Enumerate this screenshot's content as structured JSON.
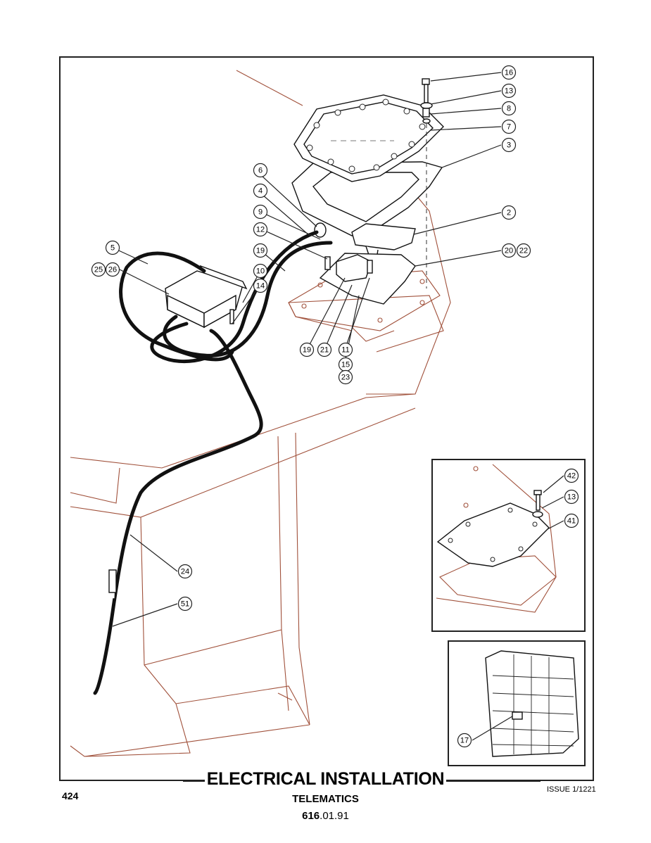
{
  "page": {
    "title": "ELECTRICAL INSTALLATION",
    "subtitle": "TELEMATICS",
    "code_bold": "616",
    "code_rest": ".01.91",
    "page_number": "424",
    "issue": "ISSUE 1/1221"
  },
  "callouts": {
    "main": [
      "16",
      "13",
      "8",
      "7",
      "3",
      "2",
      "20",
      "22",
      "6",
      "4",
      "9",
      "12",
      "19",
      "10",
      "14",
      "5",
      "25",
      "26",
      "19",
      "21",
      "11",
      "15",
      "23",
      "24",
      "51"
    ],
    "inset_top": [
      "42",
      "13",
      "41"
    ],
    "inset_bottom": [
      "17"
    ]
  }
}
